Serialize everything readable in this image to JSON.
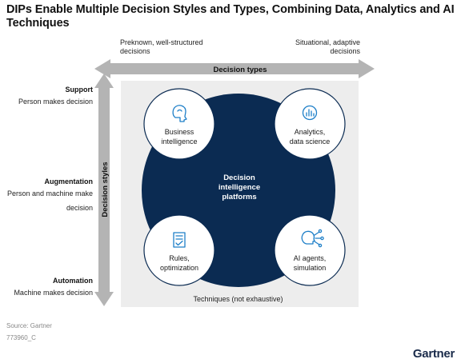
{
  "title": "DIPs Enable Multiple Decision Styles and Types, Combining Data, Analytics and AI Techniques",
  "decision_types": {
    "label": "Decision types",
    "left": "Preknown, well-structured decisions",
    "right": "Situational, adaptive decisions"
  },
  "decision_styles": {
    "label": "Decision styles",
    "items": [
      {
        "heading": "Support",
        "desc": "Person makes decision"
      },
      {
        "heading": "Augmentation",
        "desc": "Person and machine make decision"
      },
      {
        "heading": "Automation",
        "desc": "Machine makes decision"
      }
    ]
  },
  "center": {
    "line1": "Decision",
    "line2": "intelligence",
    "line3": "platforms"
  },
  "techniques": [
    {
      "line1": "Business",
      "line2": "intelligence",
      "icon": "brain-head-icon"
    },
    {
      "line1": "Analytics,",
      "line2": "data science",
      "icon": "chart-icon"
    },
    {
      "line1": "Rules,",
      "line2": "optimization",
      "icon": "rules-document-icon"
    },
    {
      "line1": "AI agents,",
      "line2": "simulation",
      "icon": "ai-agent-icon"
    }
  ],
  "techniques_caption": "Techniques (not exhaustive)",
  "source": "Source: Gartner",
  "code": "773960_C",
  "brand": "Gartner",
  "colors": {
    "navy": "#0b2b52",
    "accent": "#1e7fc8",
    "arrow": "#b4b4b4",
    "panel": "#ededed"
  }
}
